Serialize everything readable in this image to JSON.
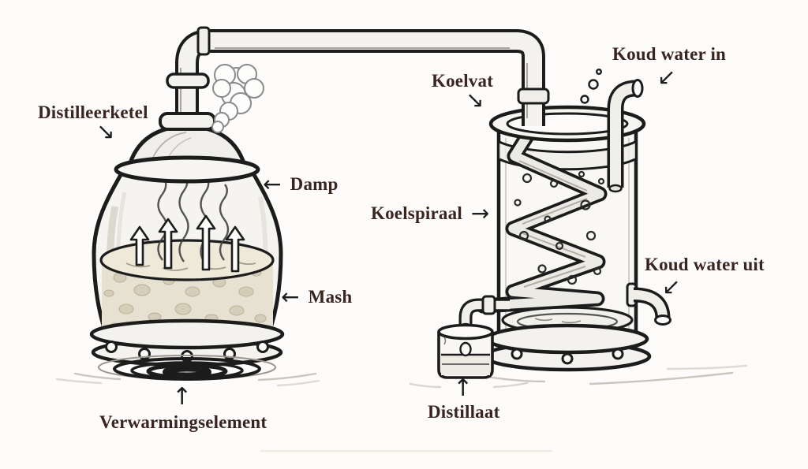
{
  "page": {
    "background": "#fdfcfa"
  },
  "colors": {
    "label_text": "#3a2420",
    "ink": "#1c1c1c",
    "arrow": "#1d1d1d"
  },
  "labels": {
    "distilleerketel": {
      "text": "Distilleerketel",
      "arrow": "↘"
    },
    "damp": {
      "text": "Damp",
      "arrow": "←"
    },
    "mash": {
      "text": "Mash",
      "arrow": "←"
    },
    "verwarmingselement": {
      "text": "Verwarmingselement",
      "arrow": "↑"
    },
    "koelvat": {
      "text": "Koelvat",
      "arrow": "↘"
    },
    "koelspiraal": {
      "text": "Koelspiraal",
      "arrow": "→"
    },
    "koud_water_in": {
      "text": "Koud water in",
      "arrow": "↙"
    },
    "koud_water_uit": {
      "text": "Koud water uit",
      "arrow": "↙"
    },
    "distillaat": {
      "text": "Distillaat",
      "arrow": "↑"
    }
  }
}
